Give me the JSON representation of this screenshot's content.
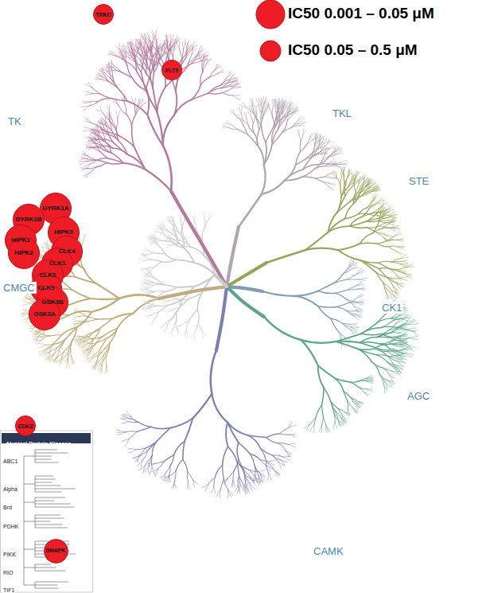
{
  "diagram": {
    "nodes": [
      {
        "text": [
          "TRKC"
        ]
      },
      {
        "text": [
          "FLT3"
        ]
      },
      {
        "text": [
          "DYRK1A"
        ]
      },
      {
        "text": [
          "DYRK1B"
        ]
      },
      {
        "text": [
          "HIPK1"
        ]
      },
      {
        "text": [
          "HIPK2"
        ]
      },
      {
        "text": [
          "HIPK3"
        ]
      },
      {
        "text": [
          "CLK4"
        ]
      },
      {
        "text": [
          "CLK1"
        ]
      },
      {
        "text": [
          "CLK2"
        ]
      },
      {
        "text": [
          "CLK3"
        ]
      },
      {
        "text": [
          "GSK3B"
        ]
      },
      {
        "text": [
          "GSK3A"
        ]
      },
      {
        "text": [
          "CDK2"
        ]
      },
      {
        "text": [
          "DNAPK"
        ]
      }
    ],
    "labels": [
      "TK",
      "TKL",
      "STE",
      "CK1",
      "AGC",
      "CAMK",
      "CMGC",
      "Atypical Protein Kinases",
      "ABC1",
      "Alpha",
      "Brd",
      "PDHK",
      "PIKK",
      "RIO",
      "TIF1"
    ],
    "legend": [
      {
        "text": "IC50 0.001 – 0.05 μM",
        "color": "#ee1c25"
      },
      {
        "text": "IC50 0.05 – 0.5 μM",
        "color": "#ee1c25"
      }
    ]
  }
}
